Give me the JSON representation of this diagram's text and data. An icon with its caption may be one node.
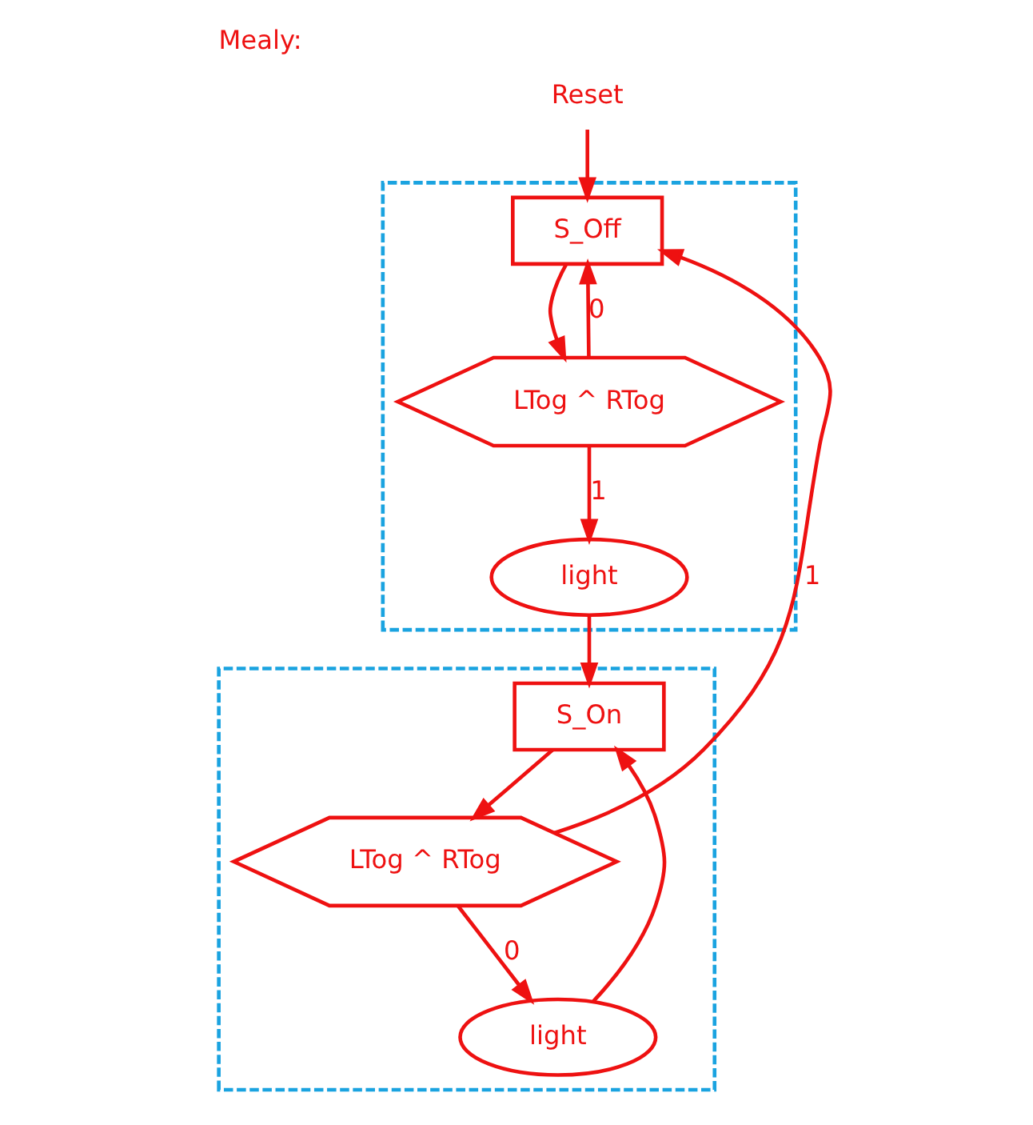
{
  "diagram": {
    "title": "Mealy:",
    "nodes": [
      {
        "text": [
          "Reset"
        ]
      },
      {
        "text": [],
        "shape": "box"
      },
      {
        "text": [
          "S_Off"
        ],
        "in": 1
      },
      {
        "text": [
          "LTog ^ RTog"
        ],
        "in": 1
      },
      {
        "text": [
          "light"
        ],
        "in": 1
      },
      {
        "text": [],
        "shape": "box"
      },
      {
        "text": [
          "S_On"
        ],
        "in": 5
      },
      {
        "text": [
          "LTog ^ RTog"
        ],
        "in": 5
      },
      {
        "text": [
          "light"
        ],
        "in": 5
      }
    ],
    "edges": [
      {
        "from": 0,
        "to": 2,
        "arrow": "to"
      },
      {
        "from": 2,
        "to": 3,
        "arrow": "to"
      },
      {
        "from": 3,
        "to": 2,
        "label": "0",
        "arrow": "to"
      },
      {
        "from": 3,
        "to": 4,
        "label": "1",
        "arrow": "to"
      },
      {
        "from": 4,
        "to": 6,
        "arrow": "to"
      },
      {
        "from": 6,
        "to": 7,
        "arrow": "to"
      },
      {
        "from": 7,
        "to": 2,
        "label": "1",
        "arrow": "to"
      },
      {
        "from": 7,
        "to": 8,
        "label": "0",
        "arrow": "to"
      },
      {
        "from": 8,
        "to": 6,
        "arrow": "to"
      }
    ]
  }
}
